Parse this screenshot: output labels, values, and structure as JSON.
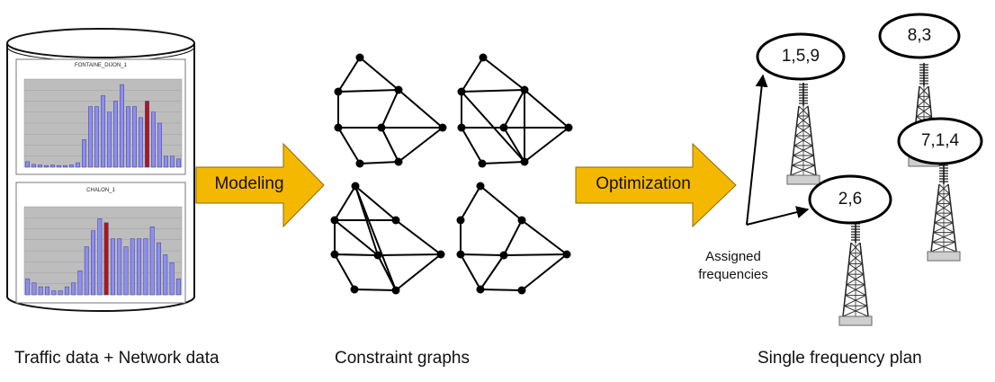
{
  "captions": {
    "left": "Traffic data + Network data",
    "middle": "Constraint graphs",
    "right": "Single frequency plan"
  },
  "arrows": {
    "modeling": "Modeling",
    "optimization": "Optimization"
  },
  "charts": {
    "top_title": "FONTAINE_DIJON_1",
    "bottom_title": "CHALON_1",
    "top_values": [
      1,
      0.5,
      0.4,
      0.3,
      0.4,
      0.3,
      0.3,
      0.4,
      0.8,
      5,
      11,
      11,
      13,
      10,
      12,
      15,
      11,
      11,
      9,
      12,
      10,
      8,
      2,
      2,
      1.5
    ],
    "top_highlight": 19,
    "bottom_values": [
      2,
      1.5,
      1,
      1,
      0.5,
      0.5,
      1,
      1.5,
      3,
      6,
      8,
      9.5,
      9,
      7,
      7,
      6,
      7,
      7,
      7,
      8.5,
      6.5,
      5,
      4,
      2
    ],
    "bottom_highlight": 12
  },
  "frequencies": {
    "tower_a": "1,5,9",
    "tower_b": "8,3",
    "tower_c": "7,1,4",
    "tower_d": "2,6",
    "assigned_line1": "Assigned",
    "assigned_line2": "frequencies"
  },
  "colors": {
    "arrow_fill": "#f5b800",
    "bar_fill": "#8e8ef0",
    "bar_highlight": "#b01515",
    "plot_bg": "#bdbdbd"
  }
}
